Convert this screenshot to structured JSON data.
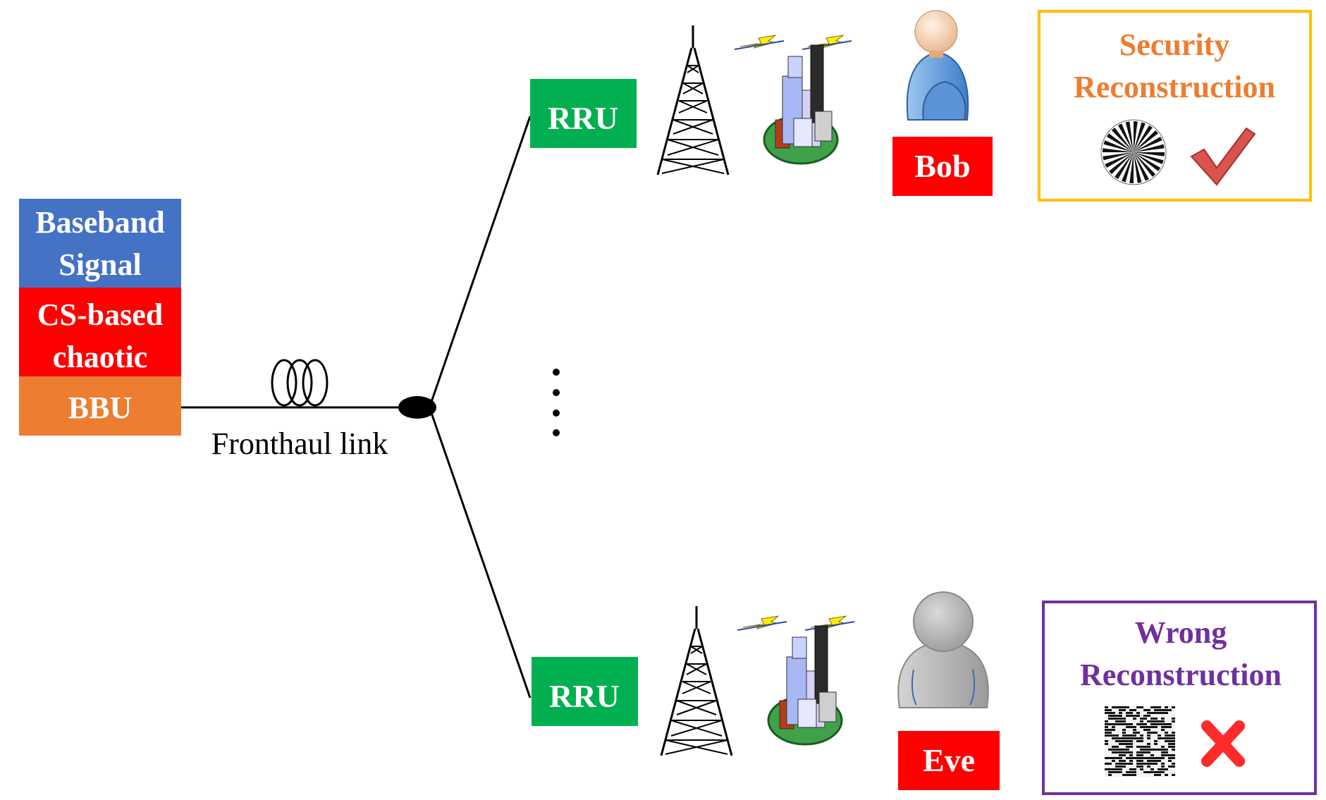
{
  "bbu_stack": {
    "baseband": [
      "Baseband",
      "Signal"
    ],
    "cs": [
      "CS-based",
      "chaotic"
    ],
    "bbu": "BBU"
  },
  "fronthaul_label": "Fronthaul link",
  "rru_top": "RRU",
  "rru_bottom": "RRU",
  "user_top": "Bob",
  "user_bottom": "Eve",
  "result_top": [
    "Security",
    "Reconstruction"
  ],
  "result_bottom": [
    "Wrong",
    "Reconstruction"
  ],
  "colors": {
    "baseband": "#4472C4",
    "cs": "#FF0000",
    "bbu": "#ED7D31",
    "rru": "#00B050",
    "user_label": "#FF0000",
    "security_border": "#FFC000",
    "security_text": "#ED7D31",
    "wrong_border": "#7030A0",
    "wrong_text": "#7030A0"
  }
}
